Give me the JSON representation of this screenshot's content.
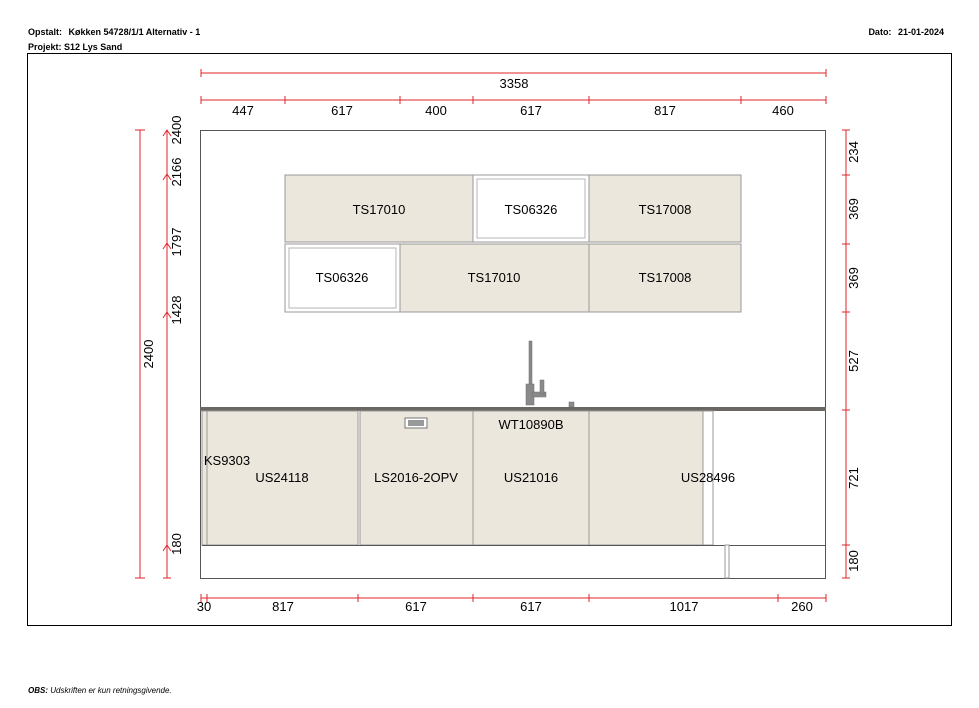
{
  "header": {
    "opstalt_label": "Opstalt:",
    "opstalt_value": "Køkken 54728/1/1 Alternativ - 1",
    "projekt_label": "Projekt:",
    "projekt_value": "S12 Lys Sand",
    "dato_label": "Dato:",
    "dato_value": "21-01-2024"
  },
  "footer": {
    "obs_label": "OBS:",
    "obs_text": "Udskriften er kun retningsgivende."
  },
  "dimensions": {
    "total_width": "3358",
    "top_segments": [
      "447",
      "617",
      "400",
      "617",
      "817",
      "460"
    ],
    "bottom_segments": [
      "30",
      "817",
      "617",
      "617",
      "1017",
      "260"
    ],
    "left_levels": [
      "2400",
      "2166",
      "1797",
      "1428",
      "180"
    ],
    "left_total": "2400",
    "right_segments": [
      "234",
      "369",
      "369",
      "527",
      "721",
      "180"
    ]
  },
  "cabinets": {
    "wall": [
      "TS17010",
      "TS06326",
      "TS17008",
      "TS06326",
      "TS17010",
      "TS17008"
    ],
    "base": [
      "KS9303",
      "US24118",
      "LS2016-2OPV",
      "US21016",
      "US28496"
    ],
    "sink": "WT10890B"
  },
  "colors": {
    "dimension": "#e0262a",
    "front": "#ece7dd",
    "outline": "#9a9a9a",
    "worktop": "#6b6863"
  }
}
